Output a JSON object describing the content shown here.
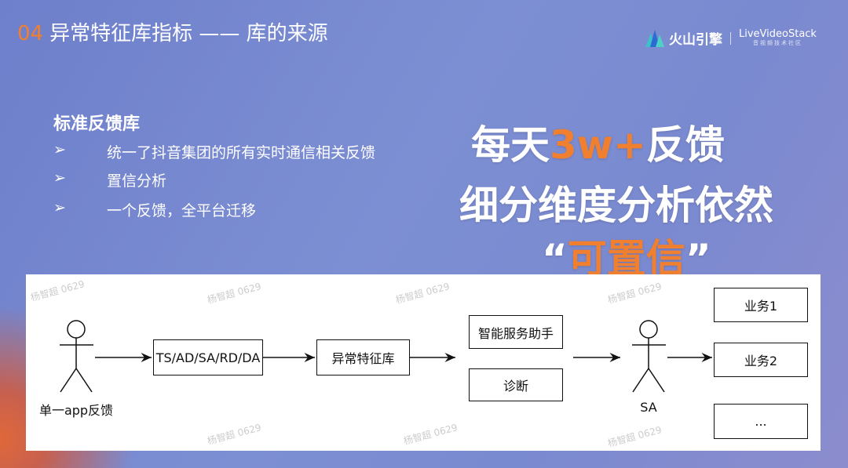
{
  "title": {
    "number": "04",
    "text": "异常特征库指标 —— 库的来源"
  },
  "logo": {
    "brand": "火山引擎",
    "partner": "LiveVideoStack",
    "partner_sub": "音视频技术社区"
  },
  "standard": {
    "heading": "标准反馈库",
    "bullet_glyph": "➢",
    "items": [
      "统一了抖音集团的所有实时通信相关反馈",
      "置信分析",
      "一个反馈，全平台迁移"
    ]
  },
  "highlight": {
    "line1_pre": "每天",
    "line1_num": "3w+",
    "line1_post": "反馈",
    "line2": "细分维度分析依然",
    "line3_open": "“",
    "line3_word": "可置信",
    "line3_close": "”"
  },
  "diagram": {
    "actor1": "单一app反馈",
    "box_sources": "TS/AD/SA/RD/DA",
    "box_lib": "异常特征库",
    "box_assistant": "智能服务助手",
    "box_diagnose": "诊断",
    "actor2": "SA",
    "biz": [
      "业务1",
      "业务2",
      "..."
    ],
    "watermark": "杨智超 0629"
  },
  "colors": {
    "accent": "#f08030"
  }
}
